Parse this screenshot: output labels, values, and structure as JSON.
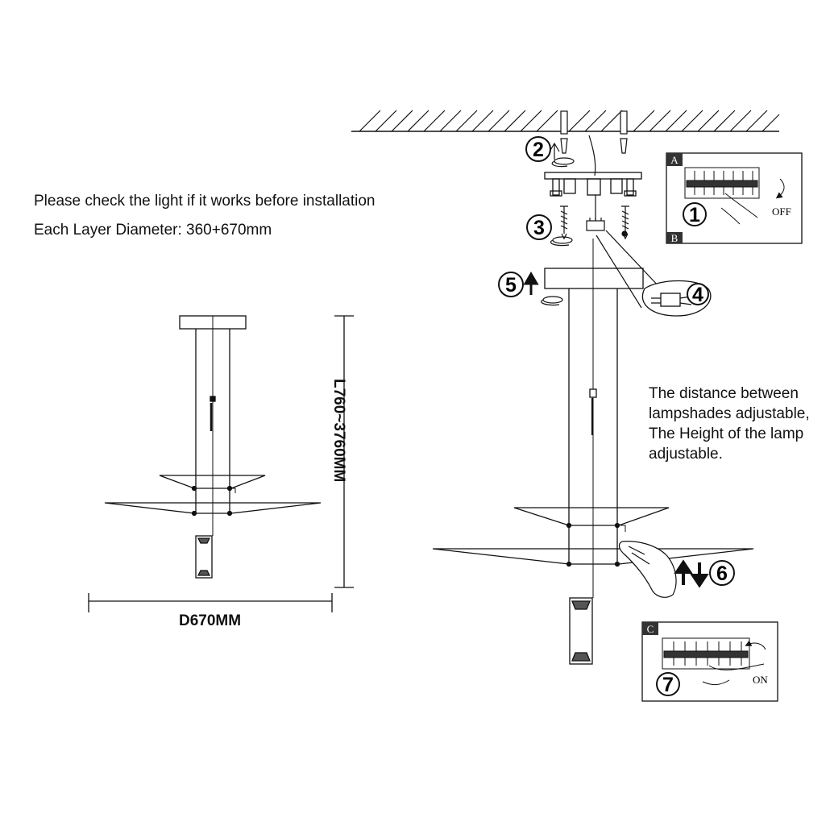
{
  "notes": {
    "check": "Please check the light if it works before installation",
    "diameter": "Each Layer Diameter: 360+670mm"
  },
  "dimensions": {
    "width": "D670MM",
    "length": "L760~3760MM"
  },
  "adjust_note": {
    "line1": "The distance between",
    "line2": "lampshades adjustable,",
    "line3": "The Height of the lamp",
    "line4": "adjustable."
  },
  "steps": [
    "1",
    "2",
    "3",
    "4",
    "5",
    "6",
    "7"
  ],
  "panels": {
    "a": {
      "letter": "A",
      "switch": "OFF"
    },
    "b": {
      "letter": "B"
    },
    "c": {
      "letter": "C",
      "switch": "ON"
    }
  }
}
